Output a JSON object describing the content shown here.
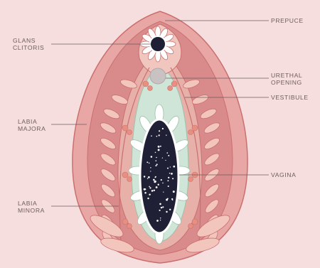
{
  "labels": {
    "prepuce": "PREPUCE",
    "glans_clitoris": "GLANS\nCLITORIS",
    "urethral_opening": "URETHAL\nOPENING",
    "vestibule": "VESTIBULE",
    "labia_majora": "LABIA\nMAJORA",
    "vagina": "VAGINA",
    "labia_minora": "LABIA\nMINORA"
  },
  "colors": {
    "background": "#f6dede",
    "labia_majora": "#d98a8a",
    "outer_ring": "#e8a7a5",
    "labia_minora": "#e7b0a8",
    "vestibule": "#cfe5d8",
    "vagina": "#1f2036",
    "petal": "#ffffff",
    "leaf": "#f3c6bd",
    "leaf_stroke": "#c9706f",
    "berry": "#e88f7f",
    "urethra": "#c8c2c2",
    "line": "#6d5d5d"
  }
}
